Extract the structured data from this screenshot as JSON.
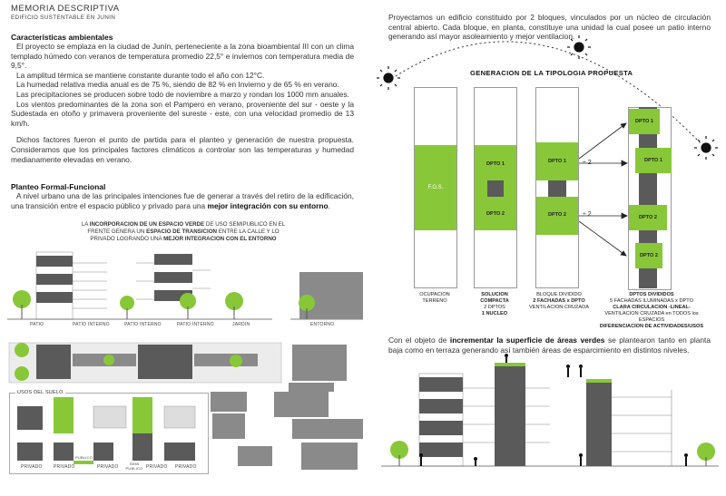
{
  "left": {
    "title": "MEMORIA DESCRIPTIVA",
    "subtitle": "EDIFICIO SUSTENTABLE EN JUNIN",
    "clima_heading": "Características ambientales",
    "clima_p1": "El proyecto se emplaza en la ciudad de Junín, perteneciente a la zona bioambiental III con un clima templado húmedo con veranos de temperatura promedio 22,5° e inviernos con temperatura media de 9,5°.",
    "clima_p2": "La amplitud térmica se mantiene constante durante todo el año con 12°C.",
    "clima_p3": "La humedad relativa media anual es de 75 %, siendo de 82 % en Invierno y de 65 % en verano.",
    "clima_p4": "Las precipitaciones se producen sobre todo de noviembre a marzo y rondan los 1000 mm anuales.",
    "clima_p5": "Los vientos predominantes de la zona son el Pampero en verano, proveniente del sur - oeste y la Sudestada en otoño y primavera proveniente del sureste - este, con una velocidad promedio de 13 km/h.",
    "clima_p6": "Dichos factores fueron el punto de partida para el planteo y generación de nuestra propuesta. Consideramos que los principales factores climáticos a controlar son las temperaturas y humedad medianamente elevadas en verano.",
    "planteo_heading": "Planteo Formal-Funcional",
    "planteo_p1a": "A nivel urbano una de las principales intenciones fue de generar a través del retiro de la edificación, una transición entre el espacio público y privado para una",
    "planteo_p1b": "mejor integración con su entorno",
    "planteo_p1c": ".",
    "caption_a": "LA",
    "caption_b": "INCORPORACION DE UN ESPACIO VERDE",
    "caption_c": "DE USO SEMIPUBLICO EN EL FRENTE GENERA UN",
    "caption_d": "ESPACIO DE TRANSICION",
    "caption_e": "ENTRE LA CALLE Y LO PRIVADO LOGRANDO UNA",
    "caption_f": "MEJOR INTEGRACION CON EL ENTORNO",
    "section_labels": [
      "PATIO",
      "PATIO INTERNO",
      "PATIO INTERNO",
      "PATIO INTERNO",
      "JARDIN",
      "ENTORNO"
    ],
    "usos_title": "USOS DEL SUELO",
    "usos_labels": [
      "PRIVADO",
      "PRIVADO",
      "PRIVADO",
      "SEMI PUBLICO",
      "PRIVADO",
      "PRIVADO"
    ],
    "publico_tag": "PUBLICO"
  },
  "right": {
    "intro": "Proyectamos un edificio constituido por 2 bloques, vinculados por un núcleo de circulación central abierto. Cada bloque, en planta, constituye una unidad la cual posee un patio interno generando así mayor asoleamiento y mejor ventilacion.",
    "diagram_title": "GENERACION DE LA TIPOLOGIA PROPUESTA",
    "fos": "F.O.S.",
    "dpto1": "DPTO 1",
    "dpto2": "DPTO 2",
    "div2": "÷ 2",
    "col1": [
      "OCUPACION",
      "TERRENO"
    ],
    "col2": [
      "SOLUCION",
      "COMPACTA",
      "2 DPTOS",
      "1 NUCLEO"
    ],
    "col3": [
      "BLOQUE DIVIDIDO",
      "2 FACHADAS x DPTO",
      "VENTILACION CRUZADA"
    ],
    "col4": [
      "DPTOS DIVIDIDOS",
      "5 FACHADAS ILUMINADAS x DPTO",
      "CLARA CIRCULACION -LINEAL-",
      "VENTILACION CRUZADA en TODOS los ESPACIOS",
      "DIFERENCIACION DE ACTIVIDADES/USOS"
    ],
    "verdes_a": "Con el objeto de",
    "verdes_b": "incrementar la superficie de áreas verdes",
    "verdes_c": "se plantearon tanto en planta baja como en terraza generando así también áreas de esparcimiento en distintos niveles."
  },
  "colors": {
    "green": "#88c838",
    "dark_grey": "#5a5a5a",
    "text": "#333333"
  }
}
